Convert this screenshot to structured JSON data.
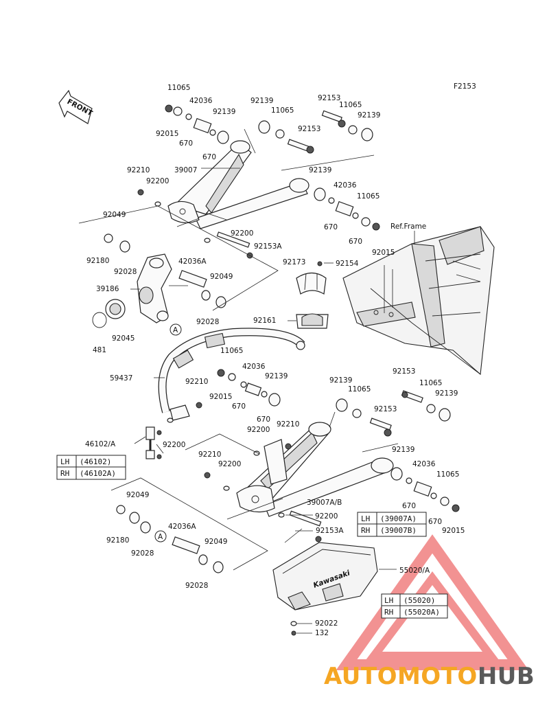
{
  "figure_code": "F2153",
  "front_arrow": "FRONT",
  "reference_label": "Ref.Frame",
  "parts": [
    {
      "id": "p1",
      "text": "11065"
    },
    {
      "id": "p2",
      "text": "42036"
    },
    {
      "id": "p3",
      "text": "92139"
    },
    {
      "id": "p4",
      "text": "92139"
    },
    {
      "id": "p5",
      "text": "11065"
    },
    {
      "id": "p6",
      "text": "92153"
    },
    {
      "id": "p7",
      "text": "11065"
    },
    {
      "id": "p8",
      "text": "92139"
    },
    {
      "id": "p9",
      "text": "92015"
    },
    {
      "id": "p10",
      "text": "670"
    },
    {
      "id": "p11",
      "text": "670"
    },
    {
      "id": "p12",
      "text": "92153"
    },
    {
      "id": "p13",
      "text": "92210"
    },
    {
      "id": "p14",
      "text": "39007"
    },
    {
      "id": "p15",
      "text": "92200"
    },
    {
      "id": "p16",
      "text": "92139"
    },
    {
      "id": "p17",
      "text": "42036"
    },
    {
      "id": "p18",
      "text": "11065"
    },
    {
      "id": "p19",
      "text": "92049"
    },
    {
      "id": "p20",
      "text": "92200"
    },
    {
      "id": "p21",
      "text": "670"
    },
    {
      "id": "p22",
      "text": "670"
    },
    {
      "id": "p23",
      "text": "92180"
    },
    {
      "id": "p24",
      "text": "92028"
    },
    {
      "id": "p25",
      "text": "92153A"
    },
    {
      "id": "p26",
      "text": "92015"
    },
    {
      "id": "p27",
      "text": "42036A"
    },
    {
      "id": "p28",
      "text": "92173"
    },
    {
      "id": "p29",
      "text": "92154"
    },
    {
      "id": "p30",
      "text": "39186"
    },
    {
      "id": "p31",
      "text": "92049"
    },
    {
      "id": "p32",
      "text": "92028"
    },
    {
      "id": "p33",
      "text": "92161"
    },
    {
      "id": "p34",
      "text": "92045"
    },
    {
      "id": "p35",
      "text": "481"
    },
    {
      "id": "p36",
      "text": "11065"
    },
    {
      "id": "p37",
      "text": "42036"
    },
    {
      "id": "p38",
      "text": "59437"
    },
    {
      "id": "p39",
      "text": "92210"
    },
    {
      "id": "p40",
      "text": "92139"
    },
    {
      "id": "p41",
      "text": "92139"
    },
    {
      "id": "p42",
      "text": "11065"
    },
    {
      "id": "p43",
      "text": "92153"
    },
    {
      "id": "p44",
      "text": "11065"
    },
    {
      "id": "p45",
      "text": "92139"
    },
    {
      "id": "p46",
      "text": "92015"
    },
    {
      "id": "p47",
      "text": "670"
    },
    {
      "id": "p48",
      "text": "670"
    },
    {
      "id": "p49",
      "text": "92210"
    },
    {
      "id": "p50",
      "text": "92153"
    },
    {
      "id": "p51",
      "text": "92200"
    },
    {
      "id": "p52",
      "text": "46102/A"
    },
    {
      "id": "p53",
      "text": "92200"
    },
    {
      "id": "p54",
      "text": "92139"
    },
    {
      "id": "p55",
      "text": "92210"
    },
    {
      "id": "p56",
      "text": "92200"
    },
    {
      "id": "p57",
      "text": "42036"
    },
    {
      "id": "p58",
      "text": "11065"
    },
    {
      "id": "p59",
      "text": "92049"
    },
    {
      "id": "p60",
      "text": "39007A/B"
    },
    {
      "id": "p61",
      "text": "670"
    },
    {
      "id": "p62",
      "text": "670"
    },
    {
      "id": "p63",
      "text": "92015"
    },
    {
      "id": "p64",
      "text": "92200"
    },
    {
      "id": "p65",
      "text": "92180"
    },
    {
      "id": "p66",
      "text": "92028"
    },
    {
      "id": "p67",
      "text": "42036A"
    },
    {
      "id": "p68",
      "text": "92153A"
    },
    {
      "id": "p69",
      "text": "92049"
    },
    {
      "id": "p70",
      "text": "55020/A"
    },
    {
      "id": "p71",
      "text": "92028"
    },
    {
      "id": "p72",
      "text": "92022"
    },
    {
      "id": "p73",
      "text": "132"
    }
  ],
  "callouts": [
    {
      "id": "c1",
      "text": "A"
    },
    {
      "id": "c2",
      "text": "A"
    }
  ],
  "variant_tables": [
    {
      "id": "t1",
      "rows": [
        {
          "side": "LH",
          "part": "(46102)"
        },
        {
          "side": "RH",
          "part": "(46102A)"
        }
      ]
    },
    {
      "id": "t2",
      "rows": [
        {
          "side": "LH",
          "part": "(39007A)"
        },
        {
          "side": "RH",
          "part": "(39007B)"
        }
      ]
    },
    {
      "id": "t3",
      "rows": [
        {
          "side": "LH",
          "part": "(55020)"
        },
        {
          "side": "RH",
          "part": "(55020A)"
        }
      ]
    }
  ],
  "guard_brand": "Kawasaki",
  "watermark": {
    "prefix": "AUTOMOTO",
    "suffix": "HUB",
    "prefix_color": "#f5a623",
    "suffix_color": "#5a5a5a",
    "triangle_color": "#f08080"
  }
}
